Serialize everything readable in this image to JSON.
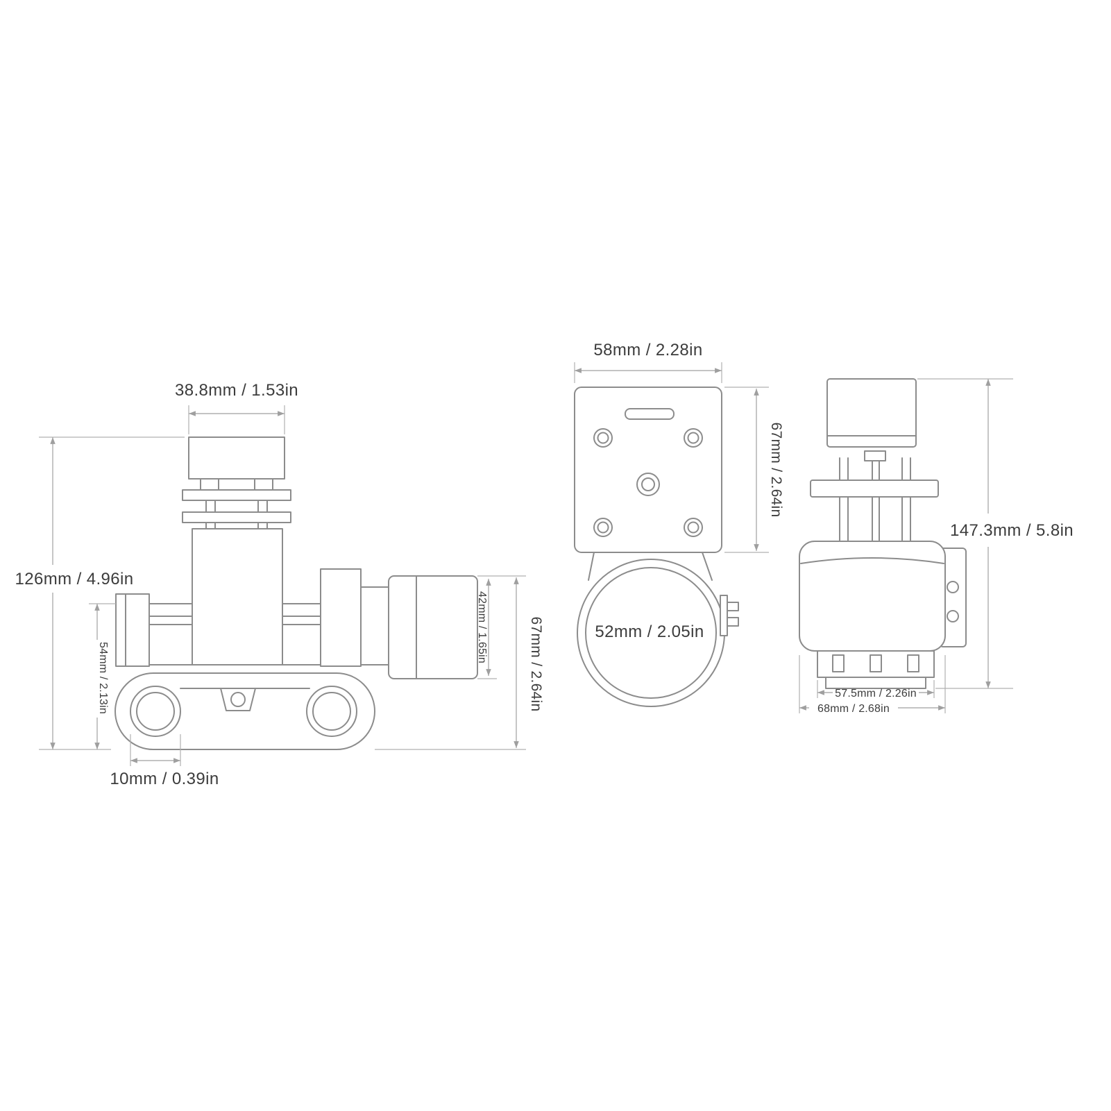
{
  "drawing": {
    "side_view": {
      "top_width": "38.8mm / 1.53in",
      "overall_height": "126mm / 4.96in",
      "base_height": "54mm / 2.13in",
      "rod_spacing": "10mm / 0.39in",
      "motor_height": "42mm / 1.65in",
      "right_height": "67mm / 2.64in"
    },
    "front_view": {
      "plate_width": "58mm / 2.28in",
      "plate_height": "67mm / 2.64in",
      "ring_diameter": "52mm / 2.05in"
    },
    "back_view": {
      "overall_height": "147.3mm / 5.8in",
      "bracket_width": "57.5mm / 2.26in",
      "body_width": "68mm / 2.68in"
    }
  },
  "colors": {
    "outline": "#8c8c8c",
    "dimension": "#9f9f9f",
    "text": "#3c3c3c",
    "background": "#ffffff"
  }
}
